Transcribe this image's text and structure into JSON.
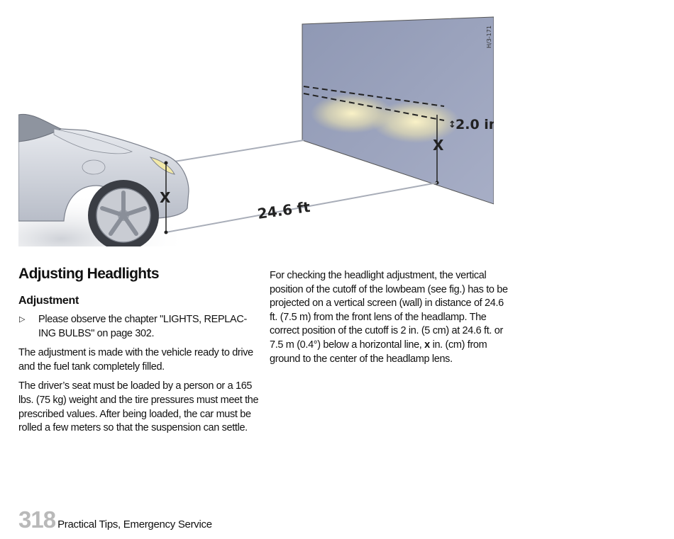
{
  "figure": {
    "code": "H/3-171",
    "offset_label": "2.0 in",
    "height_label": "X",
    "distance_label": "24.6 ft"
  },
  "heading": "Adjusting Headlights",
  "subheading": "Adjustment",
  "bullet": {
    "icon": "triangle-right-icon",
    "text": "Please observe the chapter \"LIGHTS, REPLAC-ING BULBS\" on page 302."
  },
  "paragraphs_left": [
    "The adjustment is made with the vehicle ready to drive and the fuel tank completely filled.",
    "The driver’s seat must be loaded by a person or a 165 lbs. (75 kg) weight and the tire pressures must meet the prescribed values. After being loaded, the car must be rolled a few meters so that the suspension can settle."
  ],
  "right": {
    "before_bold": "For checking the headlight adjustment, the vertical position of the cutoff of the lowbeam (see fig.) has to be projected on a vertical screen (wall) in distance of 24.6 ft. (7.5 m) from the front lens of the headlamp. The correct position of the cutoff is 2 in. (5 cm) at 24.6 ft. or 7.5 m (0.4°) below a horizontal line, ",
    "bold": "x",
    "after_bold": " in. (cm) from ground to the center of the headlamp lens."
  },
  "footer": {
    "page_number": "318",
    "section": "Practical Tips, Emergency Service"
  }
}
